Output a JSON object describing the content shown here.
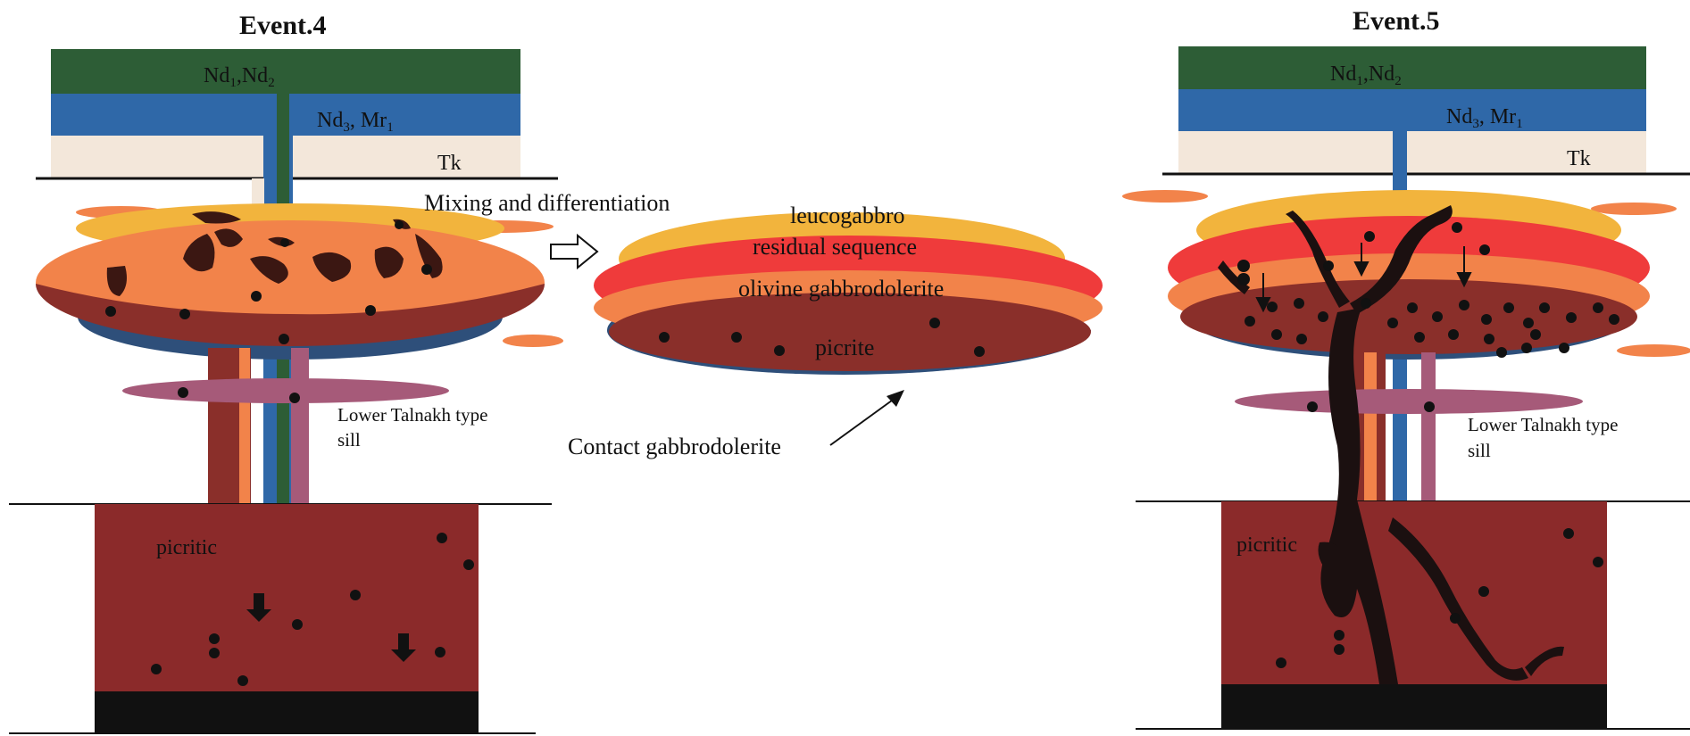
{
  "titles": {
    "event4": "Event.4",
    "event5": "Event.5"
  },
  "strata": {
    "nd12": {
      "base": "Nd",
      "sub1": "1",
      "mid": ",Nd",
      "sub2": "2"
    },
    "nd3mr1": {
      "base": "Nd",
      "sub1": "3",
      "mid": ", Mr",
      "sub2": "1"
    },
    "tk": "Tk"
  },
  "labels": {
    "mixing": "Mixing and differentiation",
    "leucogabbro": "leucogabbro",
    "residual": "residual sequence",
    "olivine": "olivine gabbrodolerite",
    "picrite": "picrite",
    "contact": "Contact gabbrodolerite",
    "lower_sill_line1": "Lower Talnakh type",
    "lower_sill_line2": "sill",
    "picritic": "picritic"
  },
  "colors": {
    "nd12_layer": "#2d5d36",
    "nd3_layer": "#2f68a8",
    "tk_layer": "#f3e7da",
    "leucogabbro": "#f2b43d",
    "residual": "#ef3b3b",
    "olivine": "#f2834a",
    "picrite": "#8a2f2a",
    "contact": "#2e4f7a",
    "lower_sill": "#a65a79",
    "picritic_block": "#8b2a2a",
    "basement": "#111111",
    "sulfide": "#1b1010"
  }
}
